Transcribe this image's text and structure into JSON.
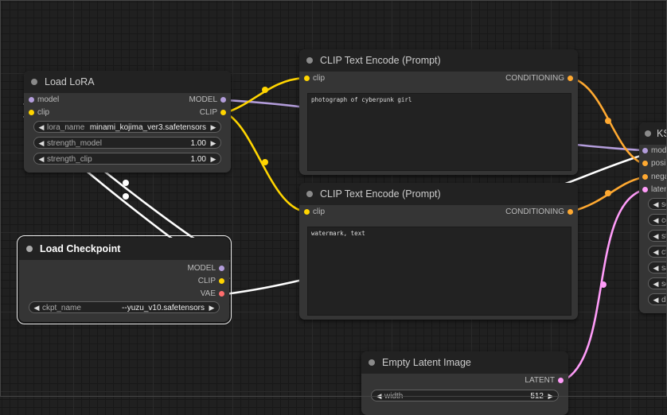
{
  "colors": {
    "model": "#b39ddb",
    "clip": "#ffd500",
    "vae": "#ff6e6e",
    "conditioning": "#ffa931",
    "latent": "#ff9cf9",
    "link_white": "#ffffff"
  },
  "load_lora": {
    "title": "Load LoRA",
    "inputs": [
      "model",
      "clip"
    ],
    "outputs": [
      "MODEL",
      "CLIP"
    ],
    "widgets": [
      {
        "label": "lora_name",
        "value": "minami_kojima_ver3.safetensors"
      },
      {
        "label": "strength_model",
        "value": "1.00"
      },
      {
        "label": "strength_clip",
        "value": "1.00"
      }
    ]
  },
  "load_checkpoint": {
    "title": "Load Checkpoint",
    "outputs": [
      "MODEL",
      "CLIP",
      "VAE"
    ],
    "widgets": [
      {
        "label": "ckpt_name",
        "value": "--yuzu_v10.safetensors"
      }
    ]
  },
  "clip_positive": {
    "title": "CLIP Text Encode (Prompt)",
    "input": "clip",
    "output": "CONDITIONING",
    "text": "photograph of cyberpunk girl"
  },
  "clip_negative": {
    "title": "CLIP Text Encode (Prompt)",
    "input": "clip",
    "output": "CONDITIONING",
    "text": "watermark, text"
  },
  "ksampler": {
    "title": "KS",
    "inputs": [
      "mode",
      "posi",
      "nega",
      "laten"
    ],
    "widgets": [
      "se",
      "co",
      "st",
      "cf",
      "sa",
      "sc",
      "de"
    ]
  },
  "empty_latent": {
    "title": "Empty Latent Image",
    "output": "LATENT",
    "widgets": [
      {
        "label": "width",
        "value": "512"
      }
    ]
  }
}
